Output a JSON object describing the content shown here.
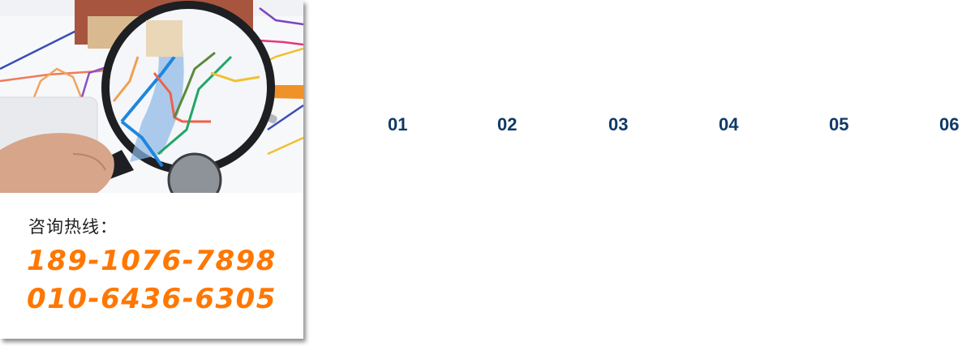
{
  "card": {
    "image_alt": "magnifying-glass-over-subway-map",
    "hotline_label": "咨询热线：",
    "phones": [
      "189-1076-7898",
      "010-6436-6305"
    ],
    "phone_color": "#ff7700"
  },
  "steps": {
    "color": "#0f3a66",
    "items": [
      {
        "label": "01"
      },
      {
        "label": "02"
      },
      {
        "label": "03"
      },
      {
        "label": "04"
      },
      {
        "label": "05"
      },
      {
        "label": "06"
      }
    ]
  }
}
